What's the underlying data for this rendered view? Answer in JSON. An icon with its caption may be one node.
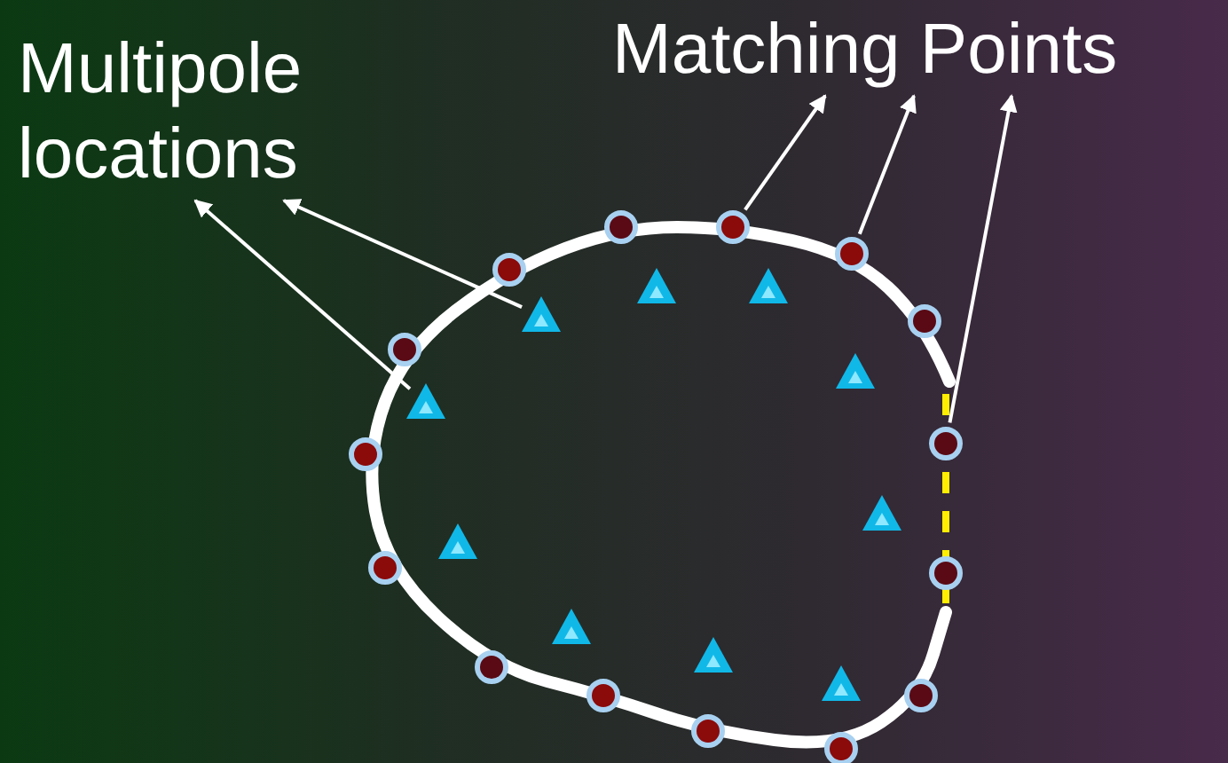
{
  "diagram": {
    "nodes": [
      {
        "text": [
          "Multipole locations"
        ]
      },
      {
        "text": [
          "Matching Points"
        ]
      },
      {
        "text": [],
        "shape": "triangle"
      },
      {
        "text": [],
        "shape": "triangle"
      },
      {
        "text": [],
        "shape": "triangle"
      },
      {
        "text": [],
        "shape": "triangle"
      },
      {
        "text": [],
        "shape": "triangle"
      },
      {
        "text": [],
        "shape": "triangle"
      },
      {
        "text": [],
        "shape": "triangle"
      },
      {
        "text": [],
        "shape": "triangle"
      },
      {
        "text": [],
        "shape": "triangle"
      },
      {
        "text": [],
        "shape": "triangle"
      },
      {
        "text": [],
        "shape": "circle"
      },
      {
        "text": [],
        "shape": "circle"
      },
      {
        "text": [],
        "shape": "circle"
      },
      {
        "text": [],
        "shape": "circle"
      },
      {
        "text": [],
        "shape": "circle"
      },
      {
        "text": [],
        "shape": "circle"
      },
      {
        "text": [],
        "shape": "circle"
      },
      {
        "text": [],
        "shape": "circle"
      },
      {
        "text": [],
        "shape": "circle"
      },
      {
        "text": [],
        "shape": "circle"
      },
      {
        "text": [],
        "shape": "circle"
      },
      {
        "text": [],
        "shape": "circle"
      },
      {
        "text": [],
        "shape": "circle"
      },
      {
        "text": [],
        "shape": "circle"
      },
      {
        "text": [],
        "shape": "circle"
      }
    ],
    "edges": [
      {
        "from": 4,
        "to": 0,
        "arrow": "to"
      },
      {
        "from": 6,
        "to": 0,
        "arrow": "to"
      },
      {
        "from": 13,
        "to": 1,
        "arrow": "to"
      },
      {
        "from": 14,
        "to": 1,
        "arrow": "to"
      },
      {
        "from": 18,
        "to": 1,
        "arrow": "to"
      }
    ]
  }
}
